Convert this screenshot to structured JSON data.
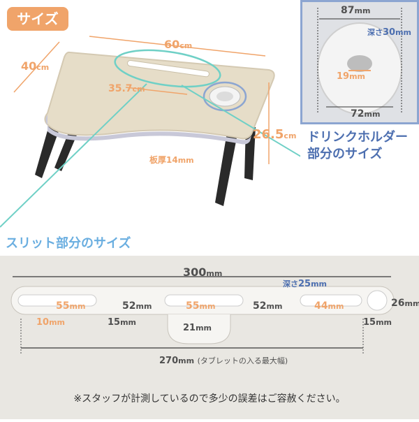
{
  "badge": "サイズ",
  "table_dims": {
    "width": "60",
    "depth": "40",
    "height": "26.5",
    "slot_length": "35.7",
    "thickness_label": "板厚",
    "thickness": "14",
    "unit_cm": "cm",
    "unit_mm": "mm"
  },
  "drink_holder": {
    "title_line1": "ドリンクホルダー",
    "title_line2": "部分のサイズ",
    "top": "87",
    "depth_label": "深さ",
    "depth": "30",
    "hole": "19",
    "bottom": "72"
  },
  "slit": {
    "section_title": "スリット部分のサイズ",
    "total": "300",
    "depth_label": "深さ",
    "depth": "25",
    "seg1": "55",
    "gap1": "52",
    "seg2": "55",
    "gap2": "52",
    "seg3": "44",
    "height": "26",
    "slot_h": "10",
    "edge_left": "15",
    "notch": "21",
    "edge_right": "15",
    "tablet": "270",
    "tablet_note": "(タブレットの入る最大幅)"
  },
  "note": "※スタッフが計測しているので多少の誤差はご容赦ください。",
  "colors": {
    "orange": "#f0a46a",
    "blue": "#4d6fb0",
    "teal": "#6fd0c6",
    "light_blue": "#6aaee0"
  }
}
